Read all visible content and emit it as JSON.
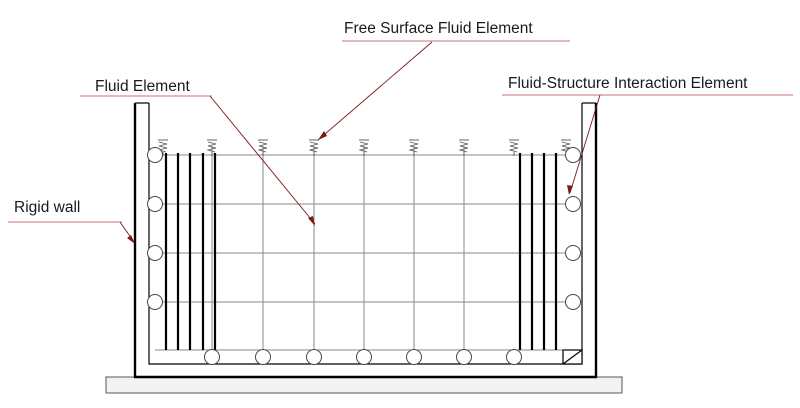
{
  "labels": {
    "free_surface": "Free Surface Fluid Element",
    "fluid_element": "Fluid Element",
    "fsi_element": "Fluid-Structure Interaction Element",
    "rigid_wall": "Rigid wall"
  },
  "colors": {
    "wall": "#000000",
    "grid": "#8a8a8a",
    "leader": "#7a1a1a",
    "base": "#f2f2f2"
  },
  "icons": {
    "spring": "spring-icon",
    "node": "circle-node-icon"
  }
}
